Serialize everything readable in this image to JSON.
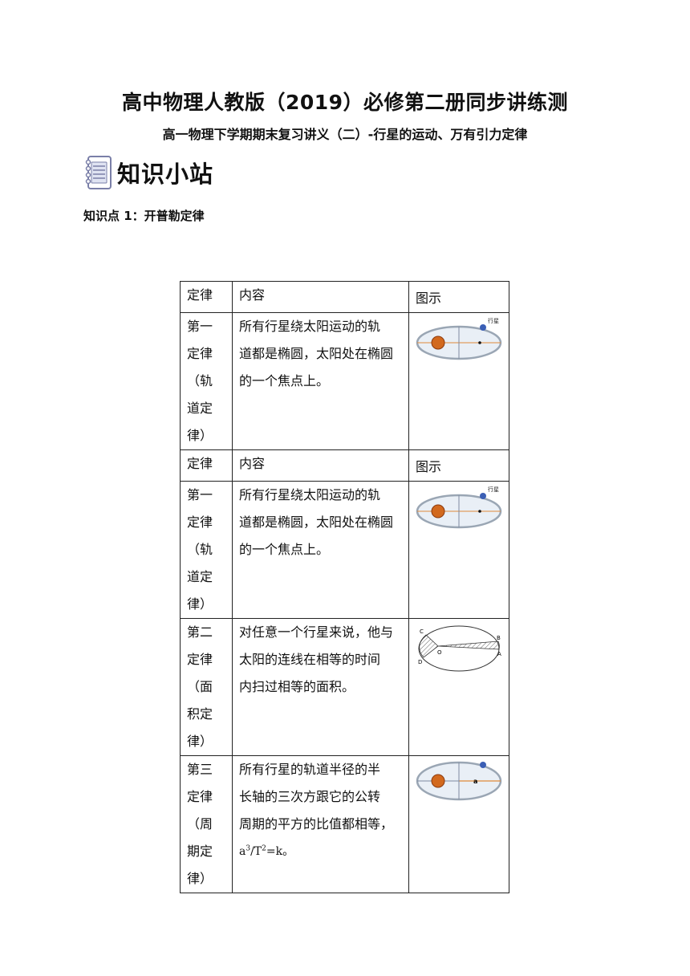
{
  "header": {
    "title": "高中物理人教版（2019）必修第二册同步讲练测",
    "subtitle": "高一物理下学期期末复习讲义（二）-行星的运动、万有引力定律"
  },
  "section": {
    "title": "知识小站"
  },
  "knowledge_point": "知识点 1：开普勒定律",
  "table": {
    "headers": [
      "定律",
      "内容",
      "图示"
    ],
    "header_repeat": [
      "定律",
      "内容",
      "图示"
    ],
    "first_law": {
      "name": "第一\n定律\n（轨\n道定\n律）",
      "content": "所有行星绕太阳运动的轨\n道都是椭圆，太阳处在椭圆\n的一个焦点上。",
      "planet_label": "行星"
    },
    "first_law_repeat": {
      "name": "第一\n定律\n（轨\n道定\n律）",
      "content": "所有行星绕太阳运动的轨\n道都是椭圆，太阳处在椭圆\n的一个焦点上。",
      "planet_label": "行星"
    },
    "second_law": {
      "name": "第二\n定律\n（面\n积定\n律）",
      "content": "对任意一个行星来说，他与\n太阳的连线在相等的时间\n内扫过相等的面积。",
      "labels": {
        "a": "A",
        "b": "B",
        "c": "C",
        "d": "D",
        "o": "O"
      }
    },
    "third_law": {
      "name": "第三\n定律\n（周\n期定\n律）",
      "content_lines": [
        "所有行星的轨道半径的半",
        "长轴的三次方跟它的公转",
        "周期的平方的比值都相等，"
      ],
      "formula": {
        "a": "a",
        "a_exp": "3",
        "slash_t": "/T",
        "t_exp": "2",
        "rest": "=k。"
      },
      "axis_label": "a"
    }
  },
  "colors": {
    "orbit_stroke": "#9aa6b4",
    "orbit_fill": "#e9eff6",
    "sun": "#d2691e",
    "planet": "#3b5fb5",
    "axis_line": "#e08a3a",
    "minor_axis": "#7d8aa0"
  }
}
